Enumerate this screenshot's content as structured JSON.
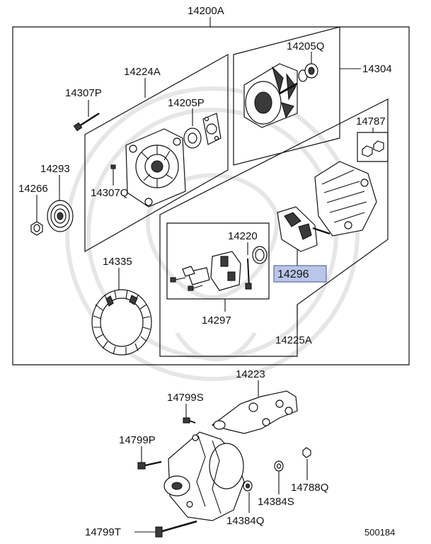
{
  "diagram": {
    "labels": {
      "p14200A": "14200A",
      "p14224A": "14224A",
      "p14307P": "14307P",
      "p14205P": "14205P",
      "p14293": "14293",
      "p14266": "14266",
      "p14307Q": "14307Q",
      "p14205Q": "14205Q",
      "p14304": "14304",
      "p14787": "14787",
      "p14220": "14220",
      "p14296": "14296",
      "p14335": "14335",
      "p14297": "14297",
      "p14225A": "14225A",
      "p14223": "14223",
      "p14799S": "14799S",
      "p14799P": "14799P",
      "p14788Q": "14788Q",
      "p14384S": "14384S",
      "p14384Q": "14384Q",
      "p14799T": "14799T",
      "ref": "500184"
    },
    "colors": {
      "highlight": "#b9c6e8",
      "highlight_border": "#5a6aa0",
      "line": "#111111"
    }
  }
}
